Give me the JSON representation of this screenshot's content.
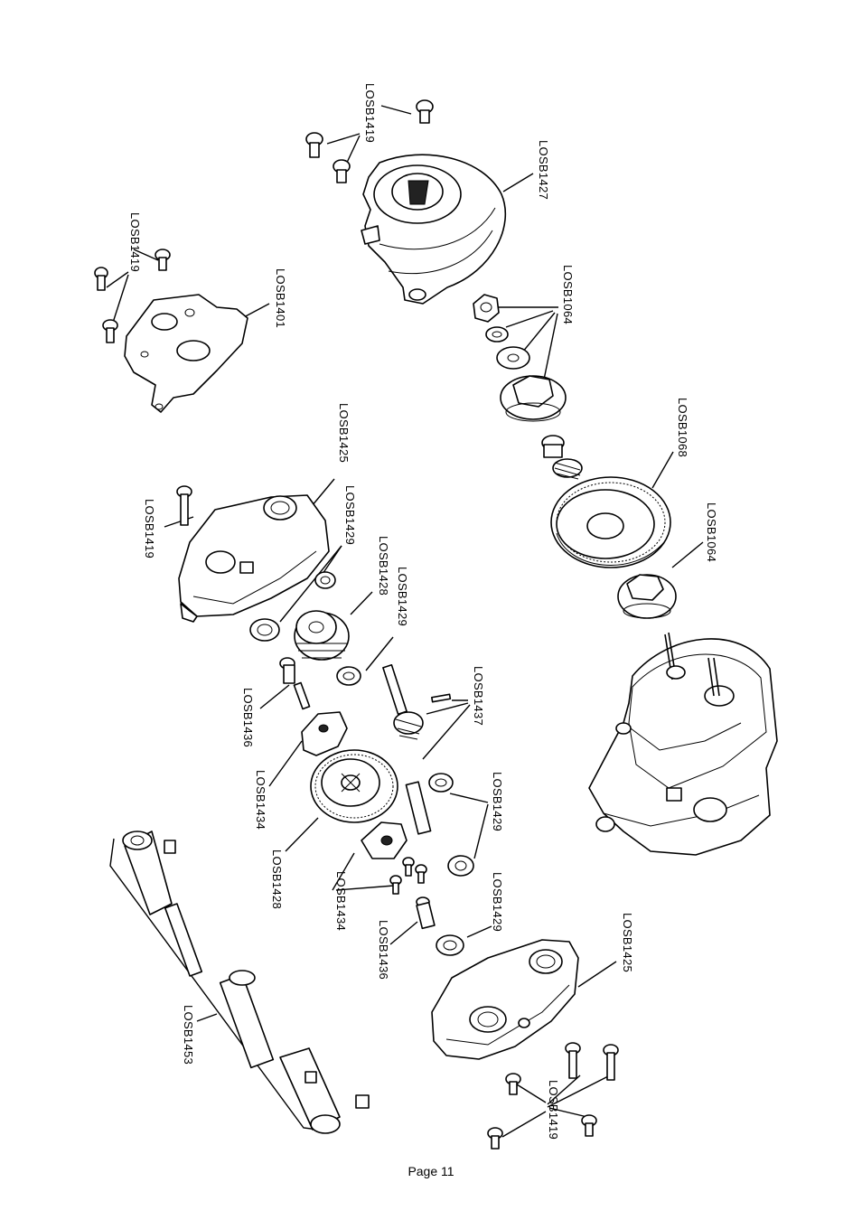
{
  "page": {
    "number_label": "Page 11"
  },
  "callouts": {
    "c01": "LOSB1419",
    "c02": "LOSB1427",
    "c03": "LOSB1419",
    "c04": "LOSB1401",
    "c05": "LOSB1064",
    "c06": "LOSB1425",
    "c07": "LOSB1068",
    "c08": "LOSB1419",
    "c09": "LOSB1429",
    "c10": "LOSB1428",
    "c11": "LOSB1064",
    "c12": "LOSB1429",
    "c13": "LOSB1437",
    "c14": "LOSB1436",
    "c15": "LOSB1434",
    "c16": "LOSB1429",
    "c17": "LOSB1428",
    "c18": "LOSB1434",
    "c19": "LOSB1429",
    "c20": "LOSB1425",
    "c21": "LOSB1436",
    "c22": "LOSB1453",
    "c23": "LOSB1419"
  }
}
